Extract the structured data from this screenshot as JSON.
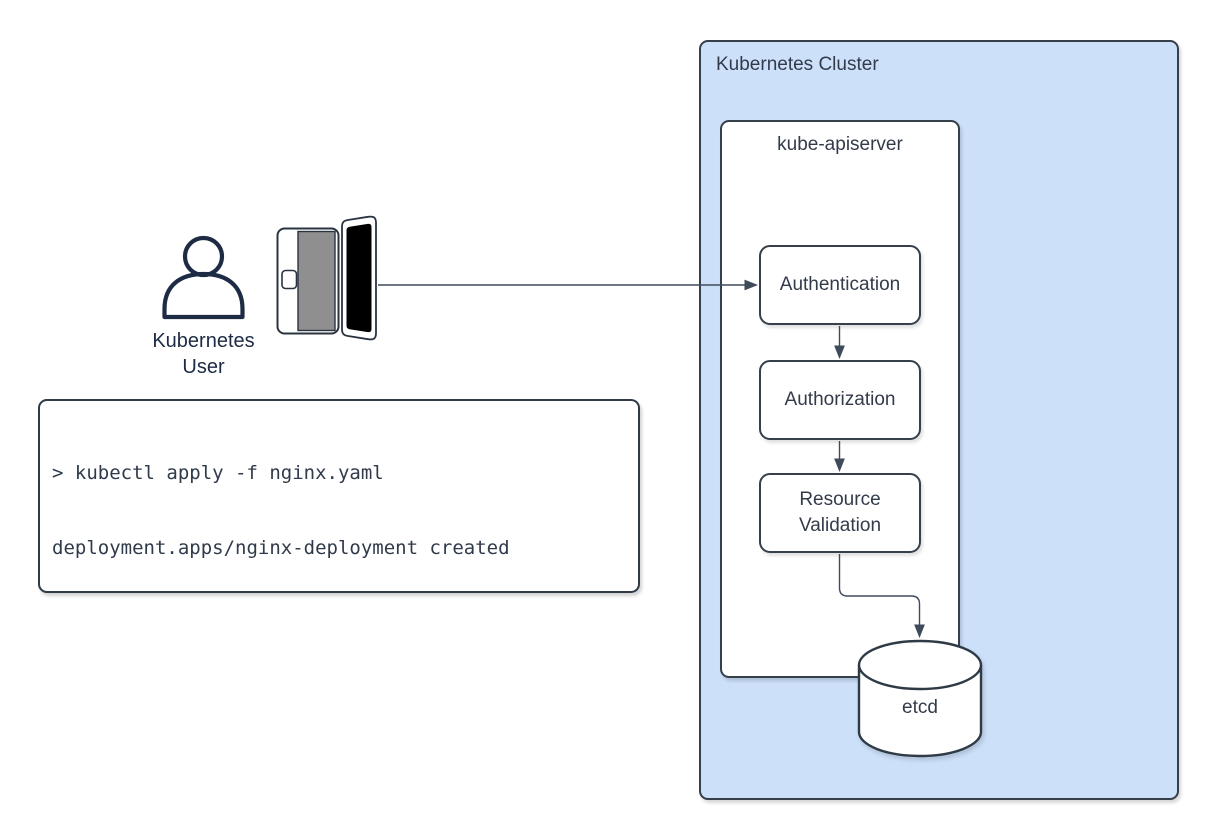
{
  "cluster": {
    "title": "Kubernetes Cluster"
  },
  "apiserver": {
    "title": "kube-apiserver",
    "steps": [
      {
        "label": "Authentication"
      },
      {
        "label": "Authorization"
      },
      {
        "label": "Resource Validation"
      }
    ]
  },
  "etcd": {
    "label": "etcd"
  },
  "user": {
    "label": [
      "Kubernetes",
      "User"
    ]
  },
  "terminal": {
    "lines": [
      "> kubectl apply -f nginx.yaml",
      "deployment.apps/nginx-deployment created"
    ]
  },
  "icons": {
    "user": "user-icon",
    "laptop": "laptop-icon",
    "etcd": "database-cylinder-icon"
  },
  "colors": {
    "cluster_fill": "#cce0fa",
    "shape_border": "#36404a",
    "text": "#333b4a",
    "arrow": "#3f4a5a",
    "laptop_keyboard": "#8f8f8f",
    "laptop_screen": "#000000",
    "user_icon_stroke": "#1d2b45"
  }
}
